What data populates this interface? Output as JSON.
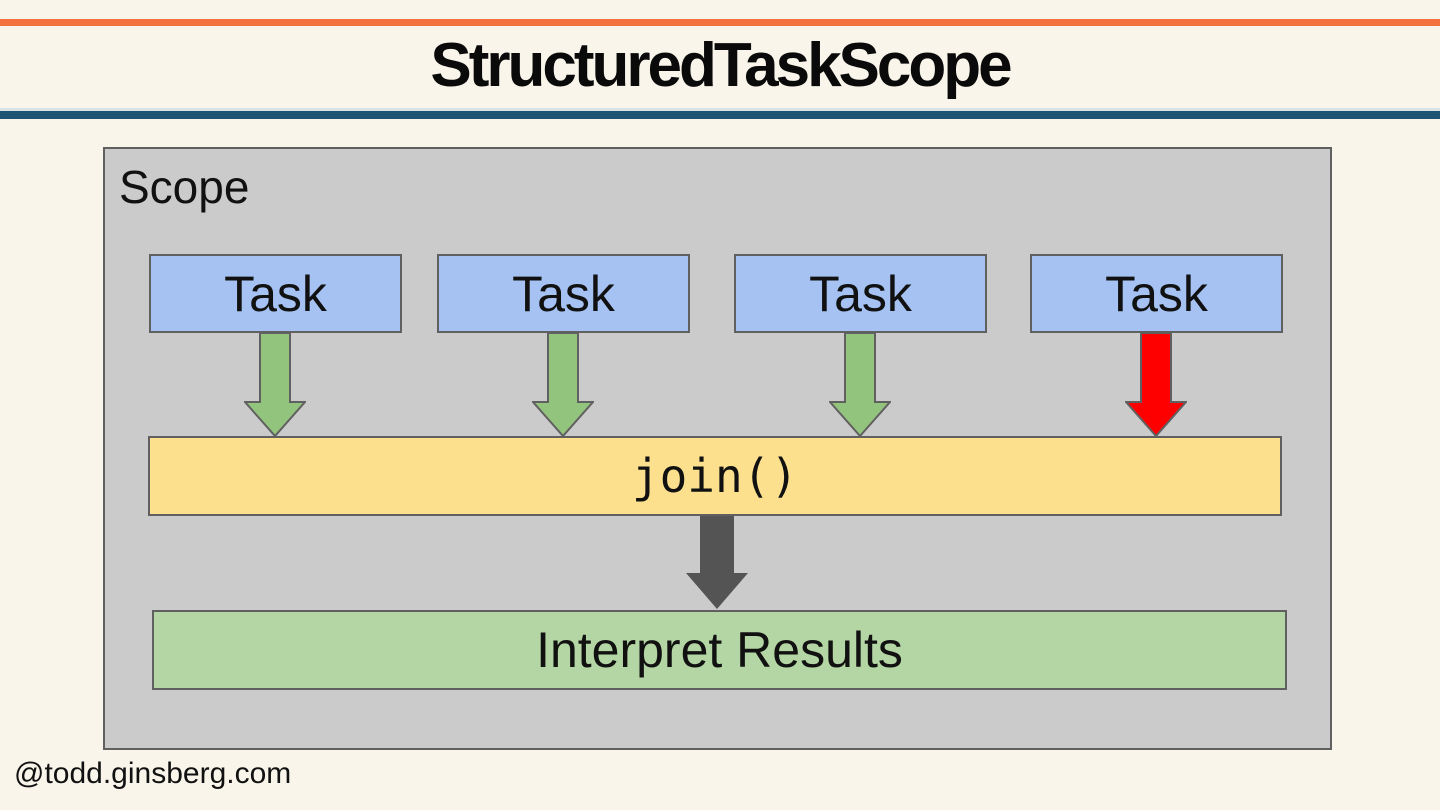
{
  "slide": {
    "title": "StructuredTaskScope",
    "footer": "@todd.ginsberg.com"
  },
  "diagram": {
    "scope_label": "Scope",
    "tasks": [
      {
        "label": "Task",
        "status": "success"
      },
      {
        "label": "Task",
        "status": "success"
      },
      {
        "label": "Task",
        "status": "success"
      },
      {
        "label": "Task",
        "status": "failure"
      }
    ],
    "join_label": "join()",
    "interpret_label": "Interpret Results"
  },
  "colors": {
    "accent_orange_rule": "#f2713d",
    "accent_blue_rule": "#1f5373",
    "scope_fill": "#cbcbcb",
    "task_fill": "#a5c2f2",
    "join_fill": "#fce08e",
    "interpret_fill": "#b4d6a4",
    "arrow_success": "#93c47d",
    "arrow_failure": "#fe0000",
    "arrow_join": "#545454",
    "box_border": "#606060",
    "background": "#f9f5ea"
  }
}
